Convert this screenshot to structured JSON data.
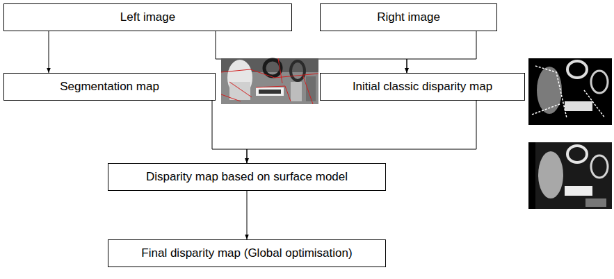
{
  "diagram": {
    "nodes": [
      {
        "text": [
          "Left image"
        ]
      },
      {
        "text": [
          "Right image"
        ]
      },
      {
        "text": [
          "Segmentation map"
        ]
      },
      {
        "text": [
          "Initial classic disparity map"
        ]
      },
      {
        "text": [
          "Disparity map based on surface model"
        ]
      },
      {
        "text": [
          "Final disparity map (Global optimisation)"
        ]
      }
    ],
    "edges": [
      {
        "from": 0,
        "to": 2,
        "arrow": "to"
      },
      {
        "from": 0,
        "to": 3,
        "arrow": "to"
      },
      {
        "from": 1,
        "to": 3,
        "arrow": "to"
      },
      {
        "from": 2,
        "to": 4,
        "arrow": "to"
      },
      {
        "from": 3,
        "to": 4,
        "arrow": "to"
      },
      {
        "from": 4,
        "to": 5,
        "arrow": "to"
      }
    ]
  }
}
